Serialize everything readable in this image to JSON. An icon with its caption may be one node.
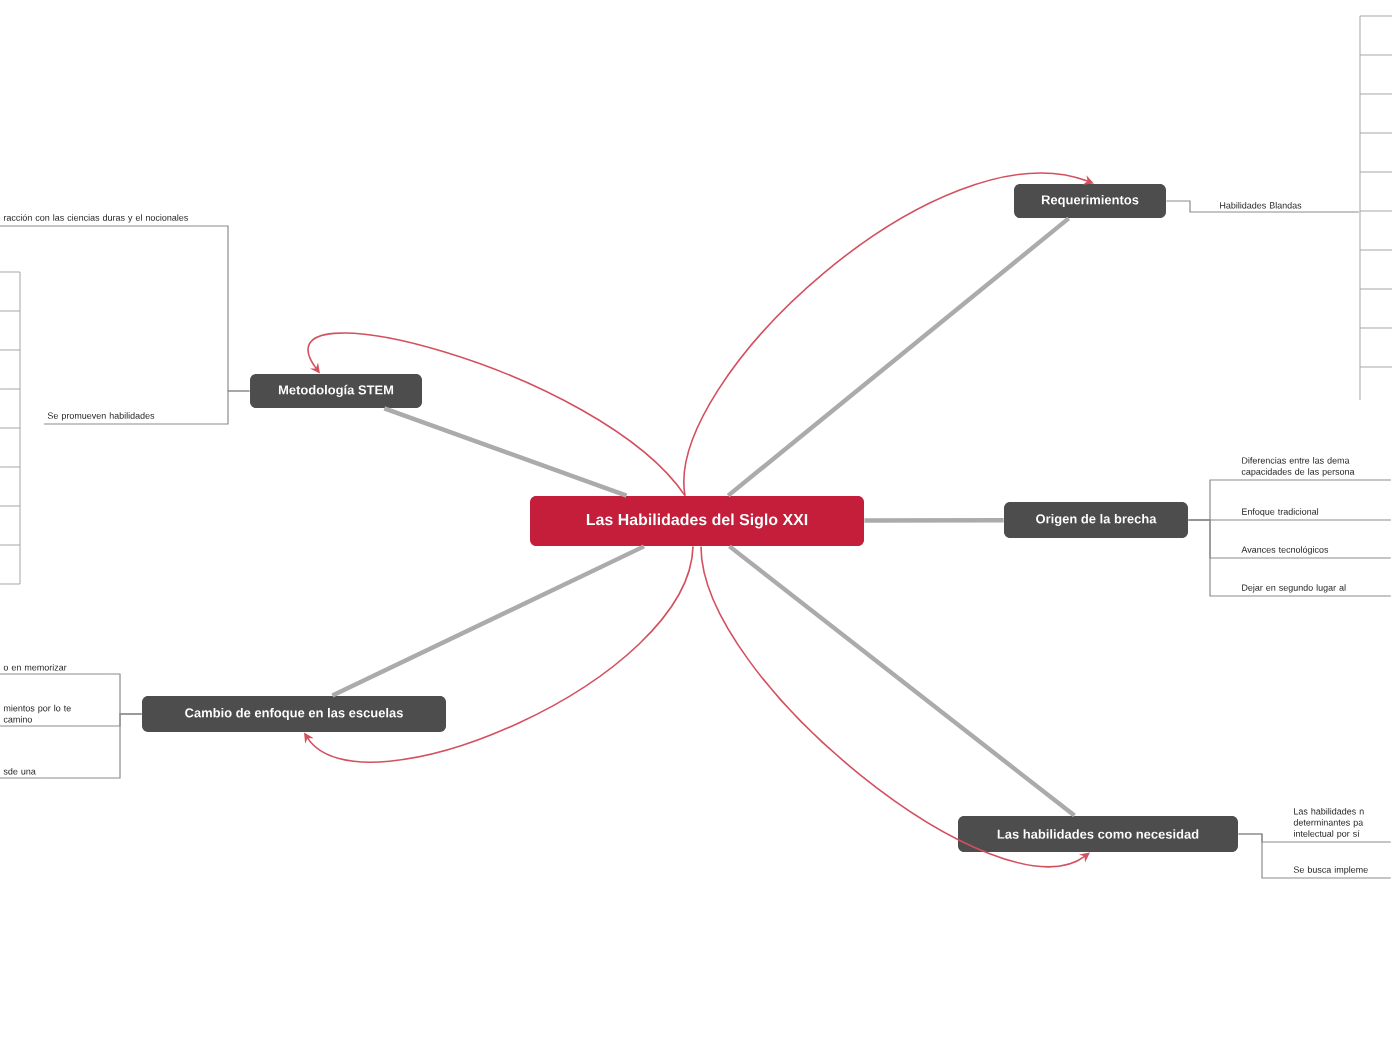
{
  "diagram": {
    "nodes": [
      {
        "text": [
          "Las Habilidades del Siglo XXI"
        ]
      },
      {
        "text": [
          "Requerimientos"
        ]
      },
      {
        "text": [
          "Metodología STEM"
        ]
      },
      {
        "text": [
          "Origen de la brecha"
        ]
      },
      {
        "text": [
          "Cambio de enfoque en las escuelas"
        ]
      },
      {
        "text": [
          "Las habilidades como necesidad"
        ]
      },
      {
        "text": [
          "Habilidades Blandas"
        ]
      },
      {
        "text": [
          "racción con las ciencias duras y el nocionales"
        ]
      },
      {
        "text": [
          "Se promueven habilidades"
        ]
      },
      {
        "text": [
          "Diferencias entre las dema capacidades de las persona"
        ]
      },
      {
        "text": [
          "Enfoque tradicional"
        ]
      },
      {
        "text": [
          "Avances tecnológicos"
        ]
      },
      {
        "text": [
          "Dejar en segundo lugar al"
        ]
      },
      {
        "text": [
          "o en memorizar"
        ]
      },
      {
        "text": [
          "mientos por lo te camino"
        ]
      },
      {
        "text": [
          "sde una"
        ]
      },
      {
        "text": [
          "Las habilidades n determinantes pa intelectual por sí"
        ]
      },
      {
        "text": [
          "Se busca impleme"
        ]
      }
    ],
    "edges": [
      {
        "from": 0,
        "to": 1,
        "arrow": "none",
        "style": "thick"
      },
      {
        "from": 0,
        "to": 2,
        "arrow": "none",
        "style": "thick"
      },
      {
        "from": 0,
        "to": 3,
        "arrow": "none",
        "style": "thick"
      },
      {
        "from": 0,
        "to": 4,
        "arrow": "none",
        "style": "thick"
      },
      {
        "from": 0,
        "to": 5,
        "arrow": "none",
        "style": "thick"
      },
      {
        "from": 0,
        "to": 1,
        "arrow": "to",
        "color": "#d4505f"
      },
      {
        "from": 0,
        "to": 2,
        "arrow": "to",
        "color": "#d4505f"
      },
      {
        "from": 0,
        "to": 4,
        "arrow": "to",
        "color": "#d4505f"
      },
      {
        "from": 0,
        "to": 5,
        "arrow": "to",
        "color": "#d4505f"
      },
      {
        "from": 1,
        "to": 6,
        "arrow": "none"
      },
      {
        "from": 2,
        "to": 7,
        "arrow": "none"
      },
      {
        "from": 2,
        "to": 8,
        "arrow": "none"
      },
      {
        "from": 3,
        "to": 9,
        "arrow": "none"
      },
      {
        "from": 3,
        "to": 10,
        "arrow": "none"
      },
      {
        "from": 3,
        "to": 11,
        "arrow": "none"
      },
      {
        "from": 3,
        "to": 12,
        "arrow": "none"
      },
      {
        "from": 4,
        "to": 13,
        "arrow": "none"
      },
      {
        "from": 4,
        "to": 14,
        "arrow": "none"
      },
      {
        "from": 4,
        "to": 15,
        "arrow": "none"
      },
      {
        "from": 5,
        "to": 16,
        "arrow": "none"
      },
      {
        "from": 5,
        "to": 17,
        "arrow": "none"
      }
    ]
  }
}
